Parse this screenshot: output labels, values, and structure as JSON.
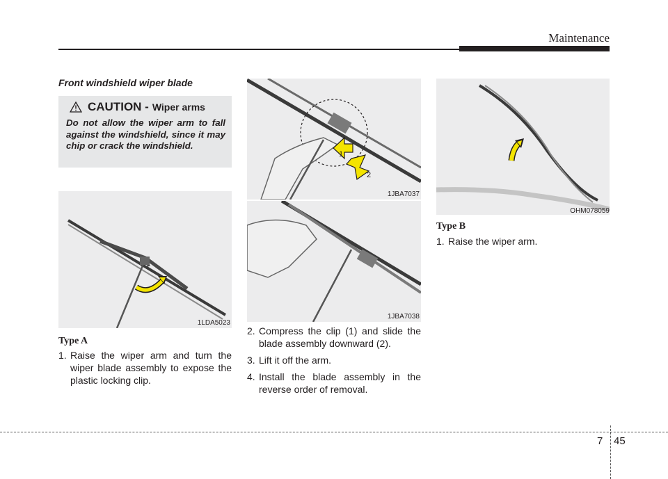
{
  "header": {
    "title": "Maintenance"
  },
  "section": {
    "title": "Front windshield wiper blade"
  },
  "caution": {
    "title": "CAUTION -",
    "subtitle": "Wiper arms",
    "body": "Do not allow the wiper arm to fall against the windshield, since it may chip or crack the windshield."
  },
  "figures": {
    "fig1_code": "1LDA5023",
    "fig2_code": "1JBA7037",
    "fig3_code": "1JBA7038",
    "fig4_code": "OHM078059",
    "callout_1": "1",
    "callout_2": "2"
  },
  "type_a": {
    "label": "Type A",
    "steps": [
      {
        "num": "1.",
        "text": "Raise the wiper arm and turn the wiper blade assembly to expose the plastic locking clip."
      }
    ]
  },
  "middle_steps": [
    {
      "num": "2.",
      "text": "Compress the clip (1) and slide the blade assembly downward (2)."
    },
    {
      "num": "3.",
      "text": "Lift it off the arm."
    },
    {
      "num": "4.",
      "text": "Install the blade assembly in the reverse order of removal."
    }
  ],
  "type_b": {
    "label": "Type B",
    "steps": [
      {
        "num": "1.",
        "text": "Raise the wiper arm."
      }
    ]
  },
  "footer": {
    "chapter": "7",
    "page": "45"
  },
  "colors": {
    "arrow_yellow": "#f4e400",
    "panel_grey": "#ececed",
    "caution_grey": "#e6e7e8"
  }
}
